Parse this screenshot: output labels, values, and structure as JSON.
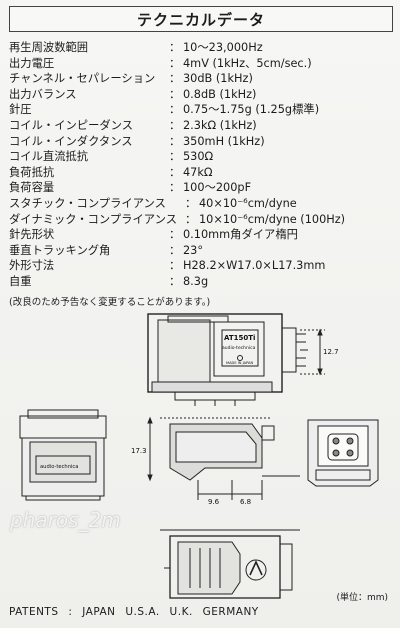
{
  "header": {
    "title": "テクニカルデータ"
  },
  "specs": [
    {
      "label": "再生周波数範囲",
      "value": "10～23,000Hz"
    },
    {
      "label": "出力電圧",
      "value": "4mV (1kHz、5cm/sec.)"
    },
    {
      "label": "チャンネル・セパレーション",
      "value": "30dB (1kHz)"
    },
    {
      "label": "出力バランス",
      "value": "0.8dB (1kHz)"
    },
    {
      "label": "針圧",
      "value": "0.75～1.75g (1.25g標準)"
    },
    {
      "label": "コイル・インピーダンス",
      "value": "2.3kΩ (1kHz)"
    },
    {
      "label": "コイル・インダクタンス",
      "value": "350mH (1kHz)"
    },
    {
      "label": "コイル直流抵抗",
      "value": "530Ω"
    },
    {
      "label": "負荷抵抗",
      "value": "47kΩ"
    },
    {
      "label": "負荷容量",
      "value": "100～200pF"
    },
    {
      "label": "スタチック・コンプライアンス",
      "value": "40×10⁻⁶cm/dyne"
    },
    {
      "label": "ダイナミック・コンプライアンス",
      "value": "10×10⁻⁶cm/dyne (100Hz)"
    },
    {
      "label": "針先形状",
      "value": "0.10mm角ダイア楕円"
    },
    {
      "label": "垂直トラッキング角",
      "value": "23°"
    },
    {
      "label": "外形寸法",
      "value": "H28.2×W17.0×L17.3mm"
    },
    {
      "label": "自重",
      "value": "8.3g"
    }
  ],
  "separator": "：",
  "note": "(改良のため予告なく変更することがあります。)",
  "diagram": {
    "model_label": "AT150Ti",
    "brand_small": "audio-technica",
    "made_in": "MADE IN JAPAN",
    "brand_front": "audio-technica",
    "dim_height": "12.7",
    "dim_side": "17.3",
    "dim_a": "9.6",
    "dim_b": "6.8"
  },
  "watermark": "pharos_2m",
  "unit_note": "(単位：mm)",
  "patents": "PATENTS :  JAPAN  U.S.A.  U.K.  GERMANY"
}
